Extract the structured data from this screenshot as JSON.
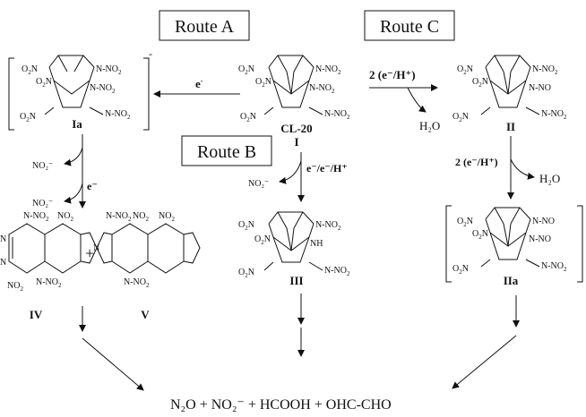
{
  "routes": {
    "a": "Route A",
    "b": "Route B",
    "c": "Route C"
  },
  "labels": {
    "e_minus_top": "e",
    "two_e_h": "2 (e⁻/H⁺)",
    "two_e_h_2": "2 (e⁻/H⁺)",
    "e_eh": "e⁻/e⁻/H⁺",
    "h2o_1": "H₂O",
    "h2o_2": "H₂O",
    "no2_1": "NO₂⁻",
    "no2_2": "NO₂⁻",
    "no2_3": "NO₂⁻",
    "e_minus_a": "e⁻",
    "plus": "+"
  },
  "compounds": {
    "cl20": "CL-20",
    "cl20_num": "I",
    "ia": "Ia",
    "ii": "II",
    "iia": "IIa",
    "iii": "III",
    "iv": "IV",
    "v": "V"
  },
  "products": {
    "line": "N₂O + NO₂⁻  +  HCOOH  +  OHC-CHO"
  }
}
